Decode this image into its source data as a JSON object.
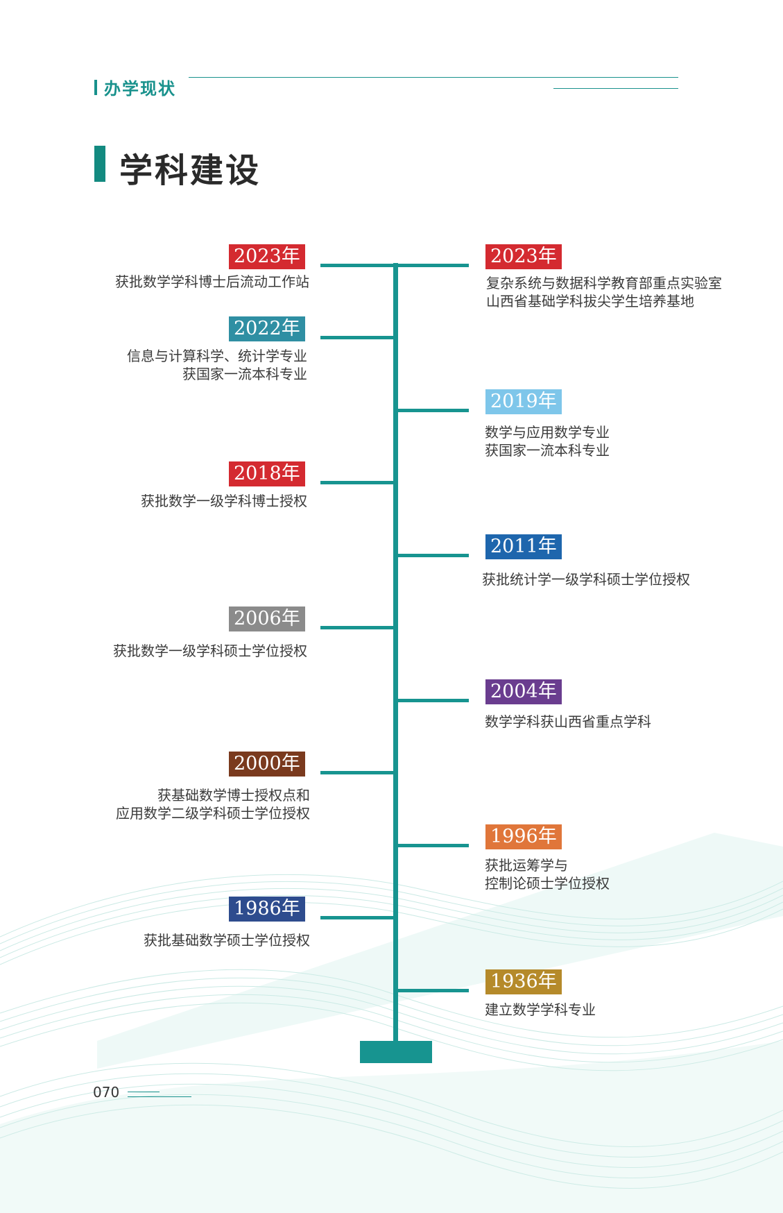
{
  "header": {
    "section": "办学现状"
  },
  "title": "学科建设",
  "colors": {
    "accent": "#179490",
    "red": "#d42a30",
    "teal_blue": "#2f8fa3",
    "light_blue": "#7ec6ea",
    "blue": "#1e66ad",
    "gray": "#8b8b8b",
    "purple": "#6a3d8f",
    "brown": "#7a3a1e",
    "orange": "#e0763a",
    "navy": "#2e4c8e",
    "gold": "#b58a2a"
  },
  "timeline": {
    "left": [
      {
        "year": "2023年",
        "lines": [
          "获批数学学科博士后流动工作站"
        ]
      },
      {
        "year": "2022年",
        "lines": [
          "信息与计算科学、统计学专业",
          "获国家一流本科专业"
        ]
      },
      {
        "year": "2018年",
        "lines": [
          "获批数学一级学科博士授权"
        ]
      },
      {
        "year": "2006年",
        "lines": [
          "获批数学一级学科硕士学位授权"
        ]
      },
      {
        "year": "2000年",
        "lines": [
          "获基础数学博士授权点和",
          "应用数学二级学科硕士学位授权"
        ]
      },
      {
        "year": "1986年",
        "lines": [
          "获批基础数学硕士学位授权"
        ]
      }
    ],
    "right": [
      {
        "year": "2023年",
        "lines": [
          "复杂系统与数据科学教育部重点实验室",
          "山西省基础学科拔尖学生培养基地"
        ]
      },
      {
        "year": "2019年",
        "lines": [
          "数学与应用数学专业",
          "获国家一流本科专业"
        ]
      },
      {
        "year": "2011年",
        "lines": [
          "获批统计学一级学科硕士学位授权"
        ]
      },
      {
        "year": "2004年",
        "lines": [
          "数学学科获山西省重点学科"
        ]
      },
      {
        "year": "1996年",
        "lines": [
          "获批运筹学与",
          "控制论硕士学位授权"
        ]
      },
      {
        "year": "1936年",
        "lines": [
          "建立数学学科专业"
        ]
      }
    ]
  },
  "footer": {
    "page_number": "070"
  }
}
